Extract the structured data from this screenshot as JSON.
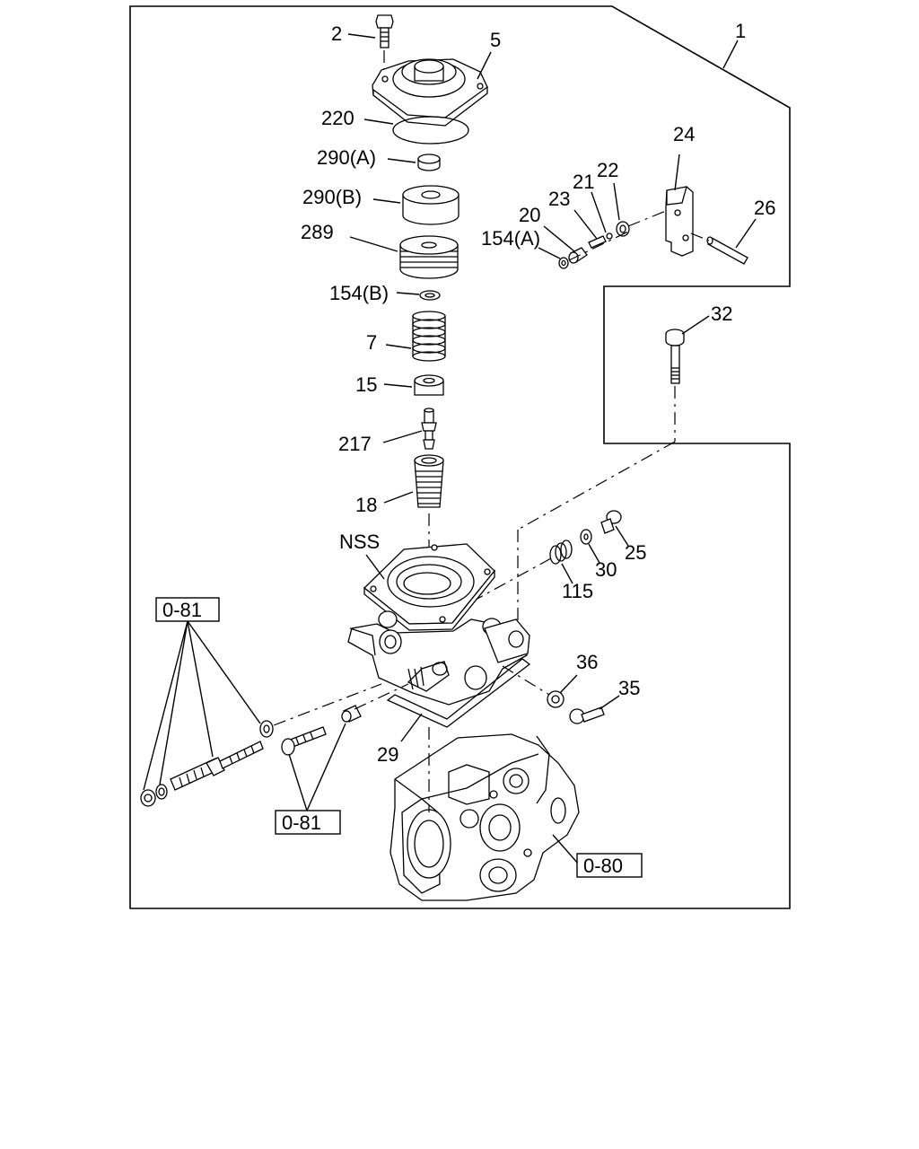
{
  "diagram": {
    "part_labels": {
      "p1": "1",
      "p2": "2",
      "p5": "5",
      "p220": "220",
      "p290a": "290(A)",
      "p290b": "290(B)",
      "p289": "289",
      "p154b": "154(B)",
      "p7": "7",
      "p15": "15",
      "p217": "217",
      "p18": "18",
      "nss": "NSS",
      "p24": "24",
      "p22": "22",
      "p21": "21",
      "p23": "23",
      "p20": "20",
      "p154a": "154(A)",
      "p26": "26",
      "p32": "32",
      "p25": "25",
      "p30": "30",
      "p115": "115",
      "p36": "36",
      "p35": "35",
      "p29": "29"
    },
    "ref_boxes": {
      "ref081_top": "0-81",
      "ref081_bottom": "0-81",
      "ref080": "0-80"
    }
  }
}
